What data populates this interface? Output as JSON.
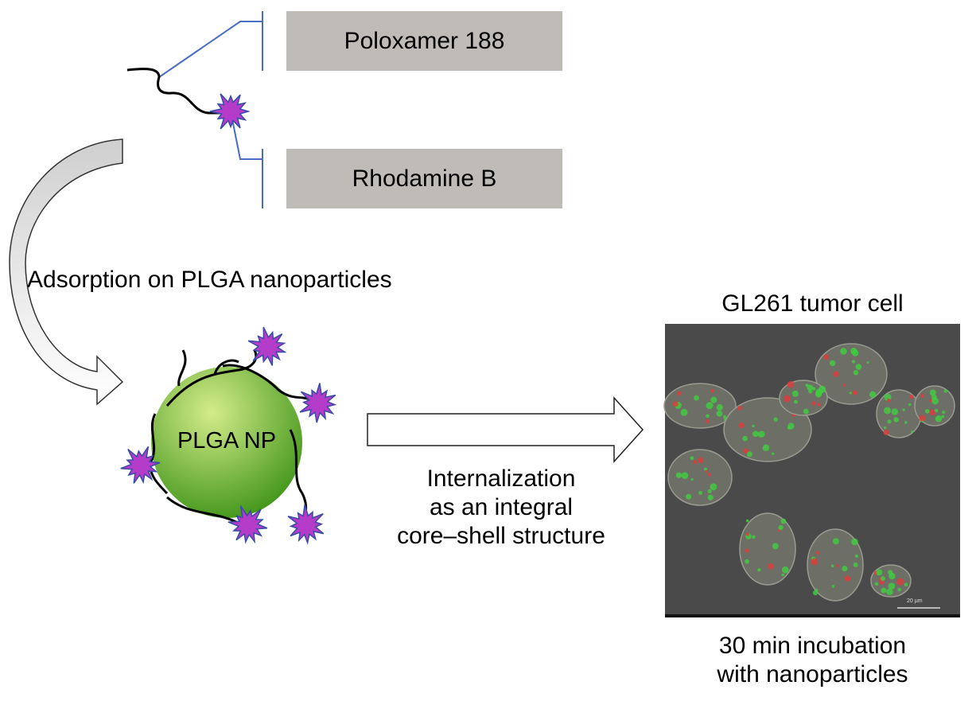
{
  "labels": {
    "poloxamer": "Poloxamer 188",
    "rhodamine": "Rhodamine B",
    "adsorption": "Adsorption on PLGA nanoparticles",
    "nanoparticle": "PLGA NP",
    "internalization": [
      "Internalization",
      "as an integral",
      "core–shell structure"
    ],
    "cell_title": "GL261 tumor cell",
    "incubation": [
      "30 min incubation",
      "with nanoparticles"
    ],
    "scale_bar": "20 µm"
  },
  "colors": {
    "box_fill": "#bfbcb8",
    "bracket_line": "#4a6cc4",
    "star_fill": "#b43cc8",
    "star_stroke": "#3a4aa8",
    "np_light": "#d4ec8a",
    "np_dark": "#3f9418",
    "micrograph_bg": "#4a4a4a"
  }
}
